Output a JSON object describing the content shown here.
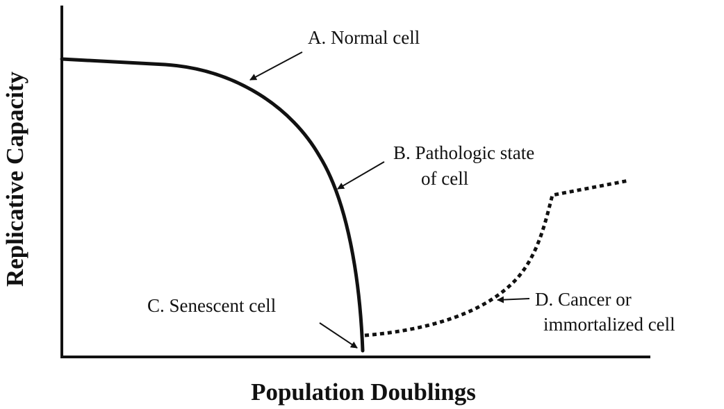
{
  "axes": {
    "x_label": "Population Doublings",
    "y_label": "Replicative Capacity"
  },
  "annotations": {
    "normal": "A. Normal cell",
    "pathologic_line1": "B. Pathologic state",
    "pathologic_line2": "of cell",
    "senescent": "C. Senescent cell",
    "cancer_line1": "D. Cancer or",
    "cancer_line2": "immortalized cell"
  },
  "curves": {
    "normal_to_senescent": "solid",
    "cancer_immortalized": "dotted"
  },
  "colors": {
    "ink": "#111111",
    "background": "#ffffff"
  }
}
